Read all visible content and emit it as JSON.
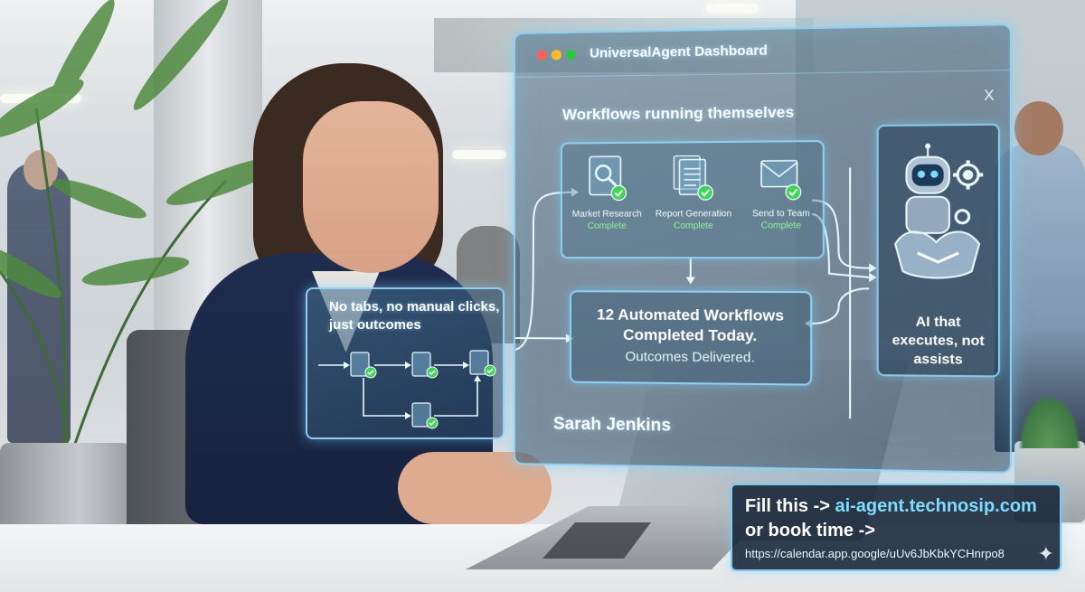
{
  "dashboard": {
    "window_title": "UniversalAgent Dashboard",
    "close_glyph": "X",
    "section_title": "Workflows running themselves",
    "steps": [
      {
        "label": "Market Research",
        "status": "Complete",
        "icon": "search-document-icon"
      },
      {
        "label": "Report Generation",
        "status": "Complete",
        "icon": "documents-icon"
      },
      {
        "label": "Send to Team",
        "status": "Complete",
        "icon": "envelope-icon"
      }
    ],
    "summary": {
      "line1": "12 Automated Workflows Completed Today.",
      "line2": "Outcomes Delivered."
    },
    "ai_caption": "AI that executes, not assists",
    "user_name": "Sarah Jenkins"
  },
  "side_card": {
    "text": "No tabs, no manual clicks, just outcomes"
  },
  "cta": {
    "line1_prefix": "Fill this ->",
    "line1_link": "ai-agent.technosip.com",
    "line2": "or book time ->",
    "url": "https://calendar.app.google/uUv6JbKbkYCHnrpo8"
  },
  "colors": {
    "holo_border": "#96dcff",
    "status_green": "#8ef59a",
    "link_cyan": "#7fdcff"
  }
}
